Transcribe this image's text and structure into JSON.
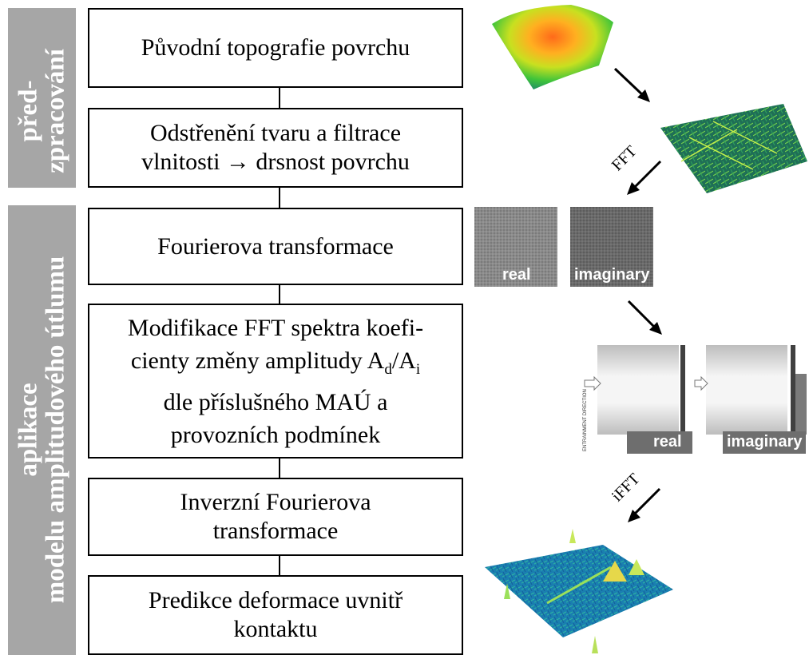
{
  "bands": {
    "preprocessing": {
      "line1": "před-",
      "line2": "zpracování"
    },
    "application": {
      "line1": "aplikace",
      "line2": "modelu amplitudového útlumu"
    }
  },
  "steps": [
    {
      "text": "Původní topografie povrchu"
    },
    {
      "line1": "Odstřenění tvaru a filtrace",
      "line2": "vlnitosti → drsnost povrchu"
    },
    {
      "text": "Fourierova transformace"
    },
    {
      "line1": "Modifikace FFT spektra koefi-",
      "line2_pre": "cienty změny amplitudy A",
      "line2_sub1": "d",
      "line2_mid": "/A",
      "line2_sub2": "i",
      "line3": "dle příslušného MAÚ a",
      "line4": "provozních podmínek"
    },
    {
      "line1": "Inverzní Fourierova",
      "line2": "transformace"
    },
    {
      "line1": "Predikce deformace uvnitř",
      "line2": "kontaktu"
    }
  ],
  "images": {
    "fft_real_label": "real",
    "fft_imag_label": "imaginary",
    "mod_real_label": "real",
    "mod_imag_label": "imaginary",
    "entrainment_label": "ENTRAINMENT DIRECTION"
  },
  "arrows": {
    "fft_label": "FFT",
    "ifft_label": "iFFT"
  }
}
